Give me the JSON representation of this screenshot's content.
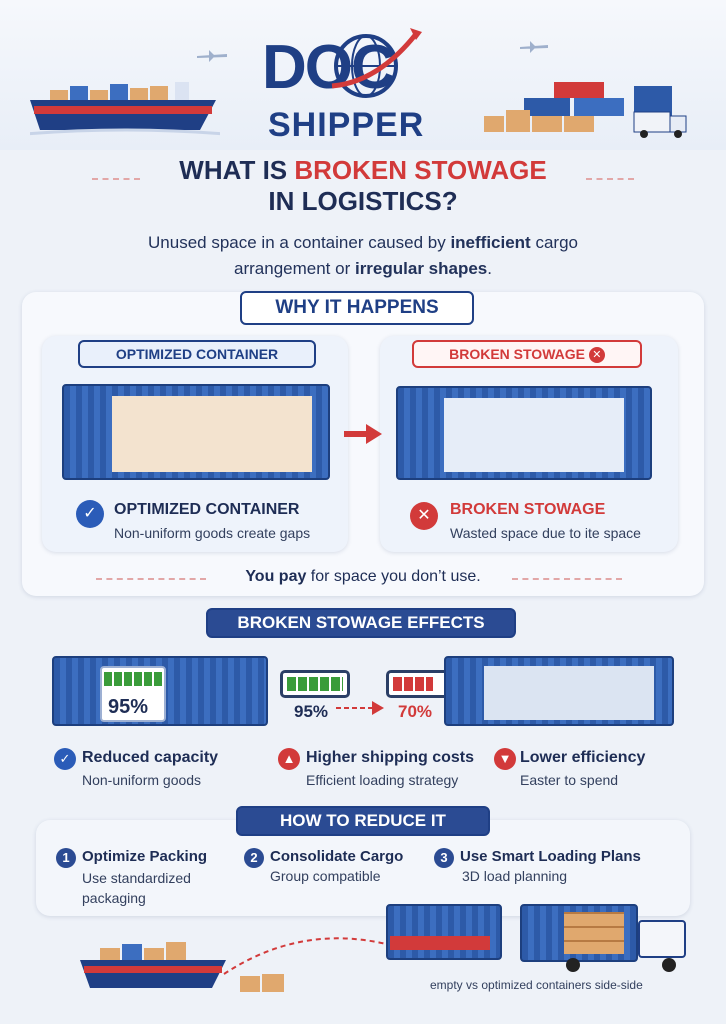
{
  "brand": {
    "logo_top": "DOC",
    "logo_bottom": "SHIPPER"
  },
  "header": {
    "title_part1": "WHAT IS ",
    "title_highlight": "BROKEN STOWAGE",
    "title_line2": "IN LOGISTICS?",
    "subtitle_line1_a": "Unused space in a container caused by ",
    "subtitle_line1_b": "inefficient",
    "subtitle_line1_c": " cargo",
    "subtitle_line2_a": "arrangement or ",
    "subtitle_line2_b": "irregular shapes",
    "subtitle_line2_c": "."
  },
  "why": {
    "banner": "WHY IT HAPPENS",
    "left_banner": "OPTIMIZED CONTAINER",
    "right_banner": "BROKEN STOWAGE",
    "left_label": "OPTIMIZED CONTAINER",
    "left_desc": "Non-uniform goods create gaps",
    "right_label": "BROKEN STOWAGE",
    "right_desc": "Wasted space due to ite space",
    "tagline_a": "You pay",
    "tagline_b": " for space you don’t use."
  },
  "effects": {
    "banner": "BROKEN STOWAGE EFFECTS",
    "gauge_value": "95%",
    "battery_full": "95%",
    "battery_low": "70%",
    "items": [
      {
        "title": "Reduced capacity",
        "desc": "Non-uniform goods"
      },
      {
        "title": "Higher shipping costs",
        "desc": "Efficient loading strategy"
      },
      {
        "title": "Lower efficiency",
        "desc": "Easter to spend"
      }
    ]
  },
  "reduce": {
    "banner": "HOW TO REDUCE IT",
    "steps": [
      {
        "num": "1",
        "title": "Optimize Packing",
        "desc": "Use standardized packaging"
      },
      {
        "num": "2",
        "title": "Consolidate Cargo",
        "desc": "Group compatible"
      },
      {
        "num": "3",
        "title": "Use Smart Loading Plans",
        "desc": "3D load planning"
      }
    ],
    "caption": "empty vs optimized containers side-side"
  },
  "colors": {
    "navy": "#1f3f85",
    "red": "#d23a3a",
    "container_blue": "#2d5aa8",
    "cargo": "#e0a86e"
  }
}
